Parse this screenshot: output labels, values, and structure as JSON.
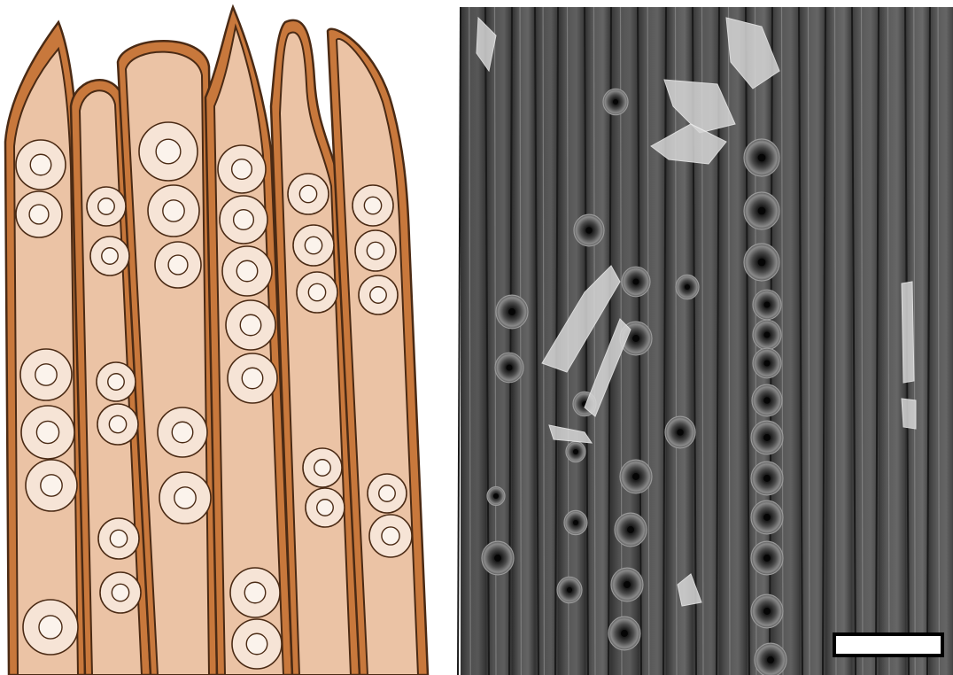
{
  "panels": [
    {
      "id": "illustration",
      "description_kind": "schematic drawing of tracheids with bordered pits",
      "colors": {
        "wall": "#c8783c",
        "lumen": "#ebc3a5",
        "outline": "#4a2a14",
        "pit": "#f6e4d6",
        "pit_inner": "#fbf3ec"
      },
      "cells": [
        {
          "pits": 2,
          "pit_groups": [
            2,
            3,
            1
          ]
        },
        {
          "pits": 2,
          "pit_groups": [
            2,
            2,
            2
          ]
        },
        {
          "pits": 3,
          "pit_groups": [
            3,
            2
          ]
        },
        {
          "pits": 5,
          "pit_groups": [
            5,
            2
          ]
        },
        {
          "pits": 3,
          "pit_groups": [
            3,
            2
          ]
        },
        {
          "pits": 3,
          "pit_groups": [
            3,
            2
          ]
        }
      ]
    },
    {
      "id": "sem-micrograph",
      "description_kind": "grayscale scanning electron micrograph of wood tissue",
      "scale_bar": {
        "color": "#ffffff",
        "border": "#000000"
      }
    }
  ]
}
